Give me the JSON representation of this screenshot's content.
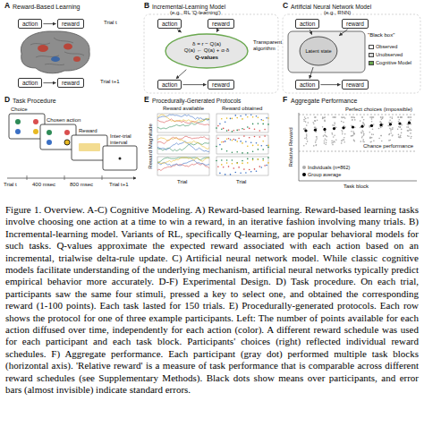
{
  "diagram": {
    "caption": "Figure 1. Overview. A-C) Cognitive Modeling. A) Reward-based learning. Reward-based learning tasks involve choosing one action at a time to win a reward, in an iterative fashion involving many trials. B) Incremental-learning model. Variants of RL, specifically Q-learning, are popular behavioral models for such tasks. Q-values approximate the expected reward associated with each action based on an incremental, trialwise delta-rule update. C) Artificial neural network model. While classic cognitive models facilitate understanding of the underlying mechanism, artificial neural networks typically predict empirical behavior more accurately. D-F) Experimental Design. D) Task procedure. On each trial, participants saw the same four stimuli, pressed a key to select one, and obtained the corresponding reward (1-100 points). Each task lasted for 150 trials. E) Procedurally-generated protocols. Each row shows the protocol for one of three example participants. Left: The number of points available for each action diffused over time, independently for each action (color). A different reward schedule was used for each participant and each task block. Participants' choices (right) reflected individual reward schedules. F) Aggregate performance. Each participant (gray dot) performed multiple task blocks (horizontal axis). 'Relative reward' is a measure of task performance that is comparable across different reward schedules (see Supplementary Methods). Black dots show means over participants, and error bars (almost invisible) indicate standard errors.",
    "nodes": [
      {
        "text": [
          "action"
        ]
      },
      {
        "text": [
          "reward"
        ]
      },
      {
        "text": [
          "action"
        ]
      },
      {
        "text": [
          "reward"
        ]
      },
      {
        "text": [
          "action"
        ]
      },
      {
        "text": [
          "reward"
        ]
      },
      {
        "text": [
          "δ = r − Q(a)",
          "Q(a) ← Q(a) + α·δ",
          "Q-values"
        ]
      },
      {
        "text": [
          "action"
        ]
      },
      {
        "text": [
          "reward"
        ]
      },
      {
        "text": [
          "action"
        ]
      },
      {
        "text": [
          "reward"
        ]
      },
      {
        "text": [
          "Latent state"
        ]
      },
      {
        "text": [
          "action"
        ]
      },
      {
        "text": [
          "reward"
        ]
      }
    ],
    "edges": [
      {
        "from": 0,
        "to": 1,
        "arrow": "to"
      },
      {
        "from": 2,
        "to": 3,
        "arrow": "to"
      },
      {
        "from": 4,
        "to": 6,
        "arrow": "to"
      },
      {
        "from": 5,
        "to": 6,
        "arrow": "to"
      },
      {
        "from": 6,
        "to": 7,
        "arrow": "to"
      },
      {
        "from": 7,
        "to": 8,
        "arrow": "to"
      },
      {
        "from": 9,
        "to": 11,
        "arrow": "to"
      },
      {
        "from": 10,
        "to": 11,
        "arrow": "to"
      },
      {
        "from": 11,
        "to": 12,
        "arrow": "to"
      },
      {
        "from": 12,
        "to": 13,
        "arrow": "to"
      }
    ],
    "labels": [
      "A",
      "Reward-Based Learning",
      "Trial t",
      "Trial t+1",
      "B",
      "Incremental-Learning Model",
      "(e.g., RL 'Q-learning')",
      "Transparent algorithm",
      "C",
      "Artificial Neural Network Model",
      "(e.g., RNN)",
      "\"Black box\"",
      "D",
      "Task Procedure",
      "Choice",
      "Chosen action",
      "Reward",
      "Inter-trial interval",
      "Trial t",
      "400 msec",
      "800 msec",
      "Trial t+1",
      "E",
      "Procedurally-Generated Protocols",
      "Reward Magnitude",
      "Reward available",
      "Reward obtained",
      "Trial",
      "Trial",
      "F",
      "Aggregate Performance",
      "Relative Reward",
      "Perfect choices (impossible)",
      "Chance performance",
      "Task block"
    ],
    "legend": [
      {
        "text": "Observed",
        "color": "#ffffff"
      },
      {
        "text": "Unobserved",
        "color": "#d9d9d9"
      },
      {
        "text": "Cognitive Model",
        "color": "#6aa84f"
      },
      {
        "text": "Individuals (n=862)",
        "color": "#aaaaaa"
      },
      {
        "text": "Group average",
        "color": "#000000"
      }
    ]
  }
}
